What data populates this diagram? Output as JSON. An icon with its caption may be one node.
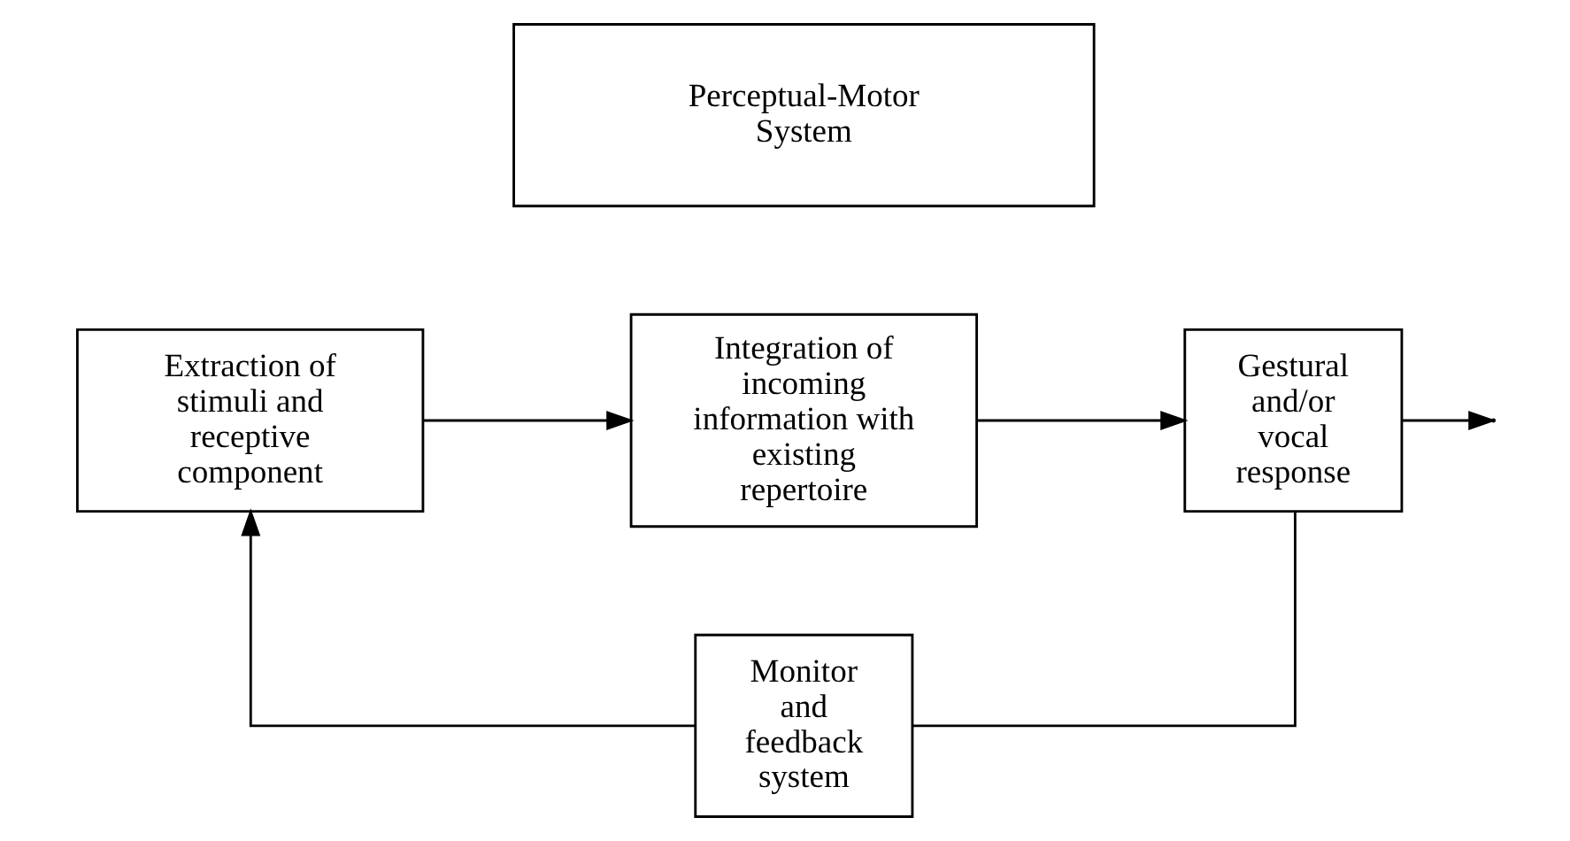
{
  "diagram": {
    "nodes": [
      {
        "text": [
          "Perceptual-Motor System"
        ]
      },
      {
        "text": [
          "Extraction of stimuli and receptive component"
        ]
      },
      {
        "text": [
          "Integration of incoming information with existing repertoire"
        ]
      },
      {
        "text": [
          "Gestural and/or vocal response"
        ]
      },
      {
        "text": [
          "Monitor and feedback system"
        ]
      }
    ],
    "edges": [
      {
        "from": 1,
        "to": 2,
        "arrow": "to"
      },
      {
        "from": 2,
        "to": 3,
        "arrow": "to"
      },
      {
        "from": 3,
        "to": null,
        "arrow": "to"
      },
      {
        "from": 3,
        "to": 4,
        "arrow": "none"
      },
      {
        "from": 4,
        "to": 1,
        "arrow": "to"
      }
    ]
  }
}
